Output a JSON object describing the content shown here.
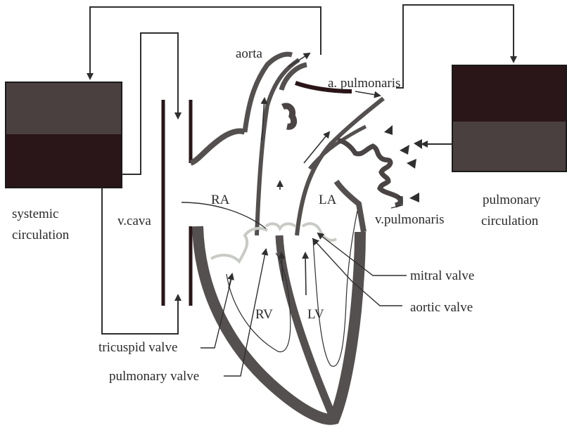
{
  "labels": {
    "aorta": "aorta",
    "a_pulmonaris": "a. pulmonaris",
    "ra": "RA",
    "la": "LA",
    "rv": "RV",
    "lv": "LV",
    "v_cava": "v.cava",
    "v_pulmonaris": "v.pulmonaris",
    "systemic_line1": "systemic",
    "systemic_line2": "circulation",
    "pulmonary_line1": "pulmonary",
    "pulmonary_line2": "circulation",
    "mitral_valve": "mitral valve",
    "aortic_valve": "aortic valve",
    "tricuspid_valve": "tricuspid valve",
    "pulmonary_valve": "pulmonary valve"
  },
  "colors": {
    "wall": "#555050",
    "valve": "#c8cbc5",
    "line": "#2f2f2f",
    "box_light": "#4a4040",
    "box_dark": "#2a1518"
  }
}
